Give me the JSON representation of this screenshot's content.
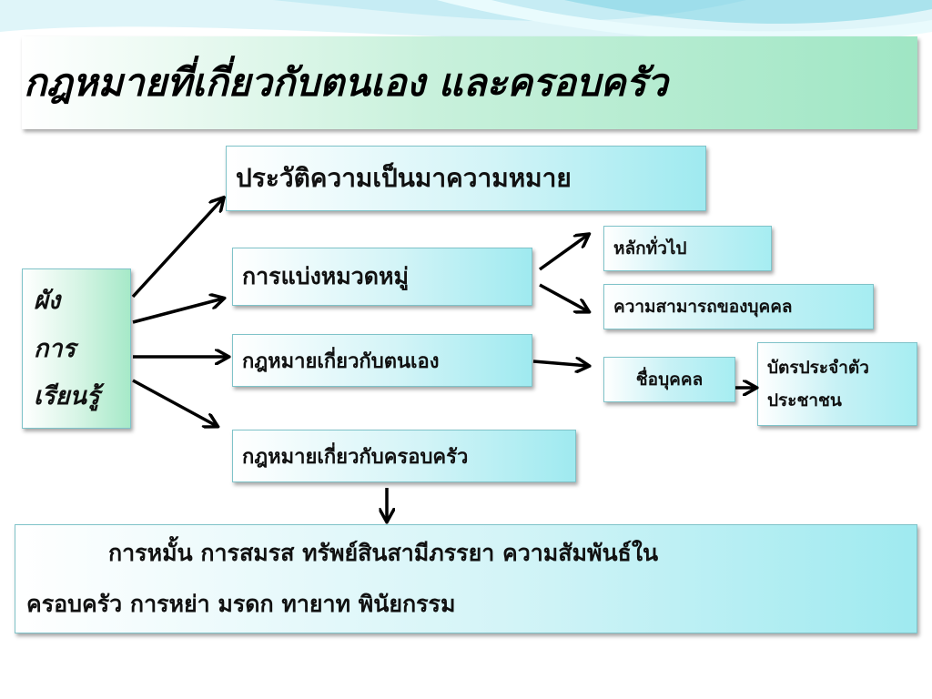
{
  "title": "กฎหมายที่เกี่ยวกับตนเอง และครอบครัว",
  "mindmap": {
    "line1": "ผัง",
    "line2": "การ",
    "line3": "เรียนรู้"
  },
  "topics": {
    "history": "ประวัติความเป็นมาความหมาย",
    "classification": "การแบ่งหมวดหมู่",
    "self_law": "กฎหมายเกี่ยวกับตนเอง",
    "family_law": "กฎหมายเกี่ยวกับครอบครัว"
  },
  "classification_items": {
    "general": "หลักทั่วไป",
    "capacity": "ความสามารถของบุคคล"
  },
  "self_items": {
    "personal_name": "ชื่อบุคคล",
    "id_card_line1": "บัตรประจำตัว",
    "id_card_line2": "ประชาชน"
  },
  "family_summary": {
    "line1": "การหมั้น การสมรส ทรัพย์สินสามีภรรยา ความสัมพันธ์ใน",
    "line2": "ครอบครัว การหย่า มรดก  ทายาท พินัยกรรม"
  },
  "colors": {
    "title_gradient_end": "#9fe6c4",
    "box_gradient_end": "#9feaf0",
    "box_border": "#7fc3c9",
    "swoosh": "#7dd3e4",
    "text": "#111111"
  }
}
